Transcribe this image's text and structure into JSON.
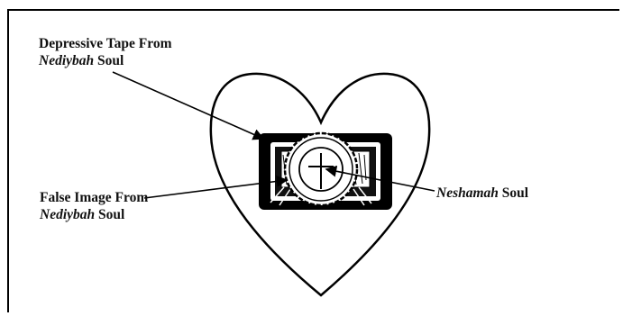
{
  "labels": {
    "depressive_tape": {
      "line1": "Depressive Tape From",
      "line2_italic": "Nediybah",
      "line2_rest": " Soul"
    },
    "false_image": {
      "line1": "False Image From",
      "line2_italic": "Nediybah",
      "line2_rest": " Soul"
    },
    "neshamah": {
      "italic": "Neshamah",
      "rest": " Soul"
    }
  },
  "colors": {
    "ink": "#000000",
    "background": "#ffffff"
  },
  "icons": [
    "heart-icon",
    "tape-cassette-icon",
    "cross-icon"
  ]
}
